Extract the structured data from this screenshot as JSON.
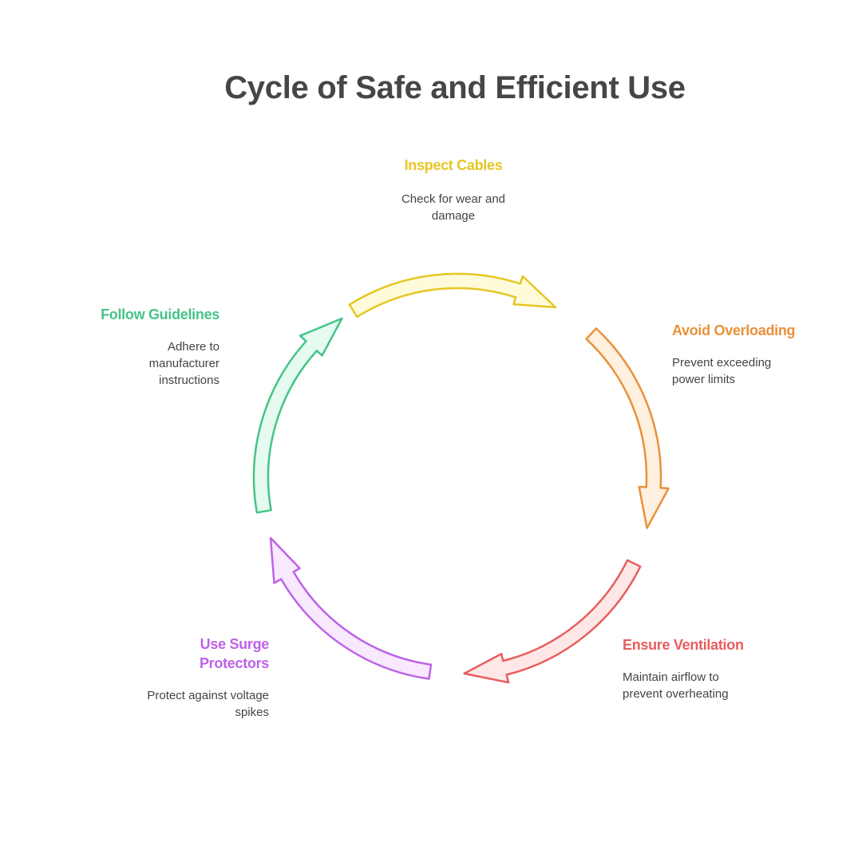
{
  "title": "Cycle of Safe and Efficient Use",
  "steps": [
    {
      "title": "Inspect Cables",
      "description": "Check for wear and damage",
      "color": "#E6C623",
      "fill": "#FFFBDA"
    },
    {
      "title": "Avoid Overloading",
      "description": "Prevent exceeding power limits",
      "color": "#E9913A",
      "fill": "#FFF0E0"
    },
    {
      "title": "Ensure Ventilation",
      "description": "Maintain airflow to prevent overheating",
      "color": "#E85D5D",
      "fill": "#FFE7E7"
    },
    {
      "title": "Use Surge Protectors",
      "description": "Protect against voltage spikes",
      "color": "#BE62E8",
      "fill": "#F8E9FF"
    },
    {
      "title": "Follow Guidelines",
      "description": "Adhere to manufacturer instructions",
      "color": "#45C486",
      "fill": "#E5FAF0"
    }
  ]
}
